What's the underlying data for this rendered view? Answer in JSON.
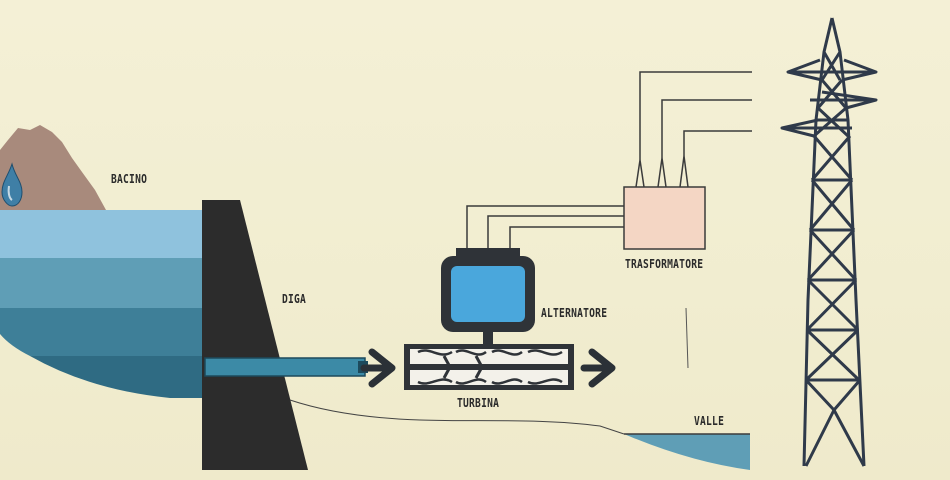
{
  "labels": {
    "bacino": "BACINO",
    "diga": "DIGA",
    "alternatore": "ALTERNATORE",
    "trasformatore": "TRASFORMATORE",
    "turbina": "TURBINA",
    "valle": "VALLE"
  },
  "colors": {
    "water_light": "#8fc2dd",
    "water_mid": "#5f9eb6",
    "water_dark": "#3e7f98",
    "dam": "#2c2c2c",
    "mountain": "#a88a7c",
    "alternator": "#4aa7dc",
    "transformer": "#f4d6c4",
    "pylon": "#2f3a4a"
  },
  "icons": {
    "flow_arrow": "arrow-right-icon",
    "turbine": "turbine-icon",
    "pylon": "pylon-icon",
    "drop": "water-drop-icon"
  }
}
